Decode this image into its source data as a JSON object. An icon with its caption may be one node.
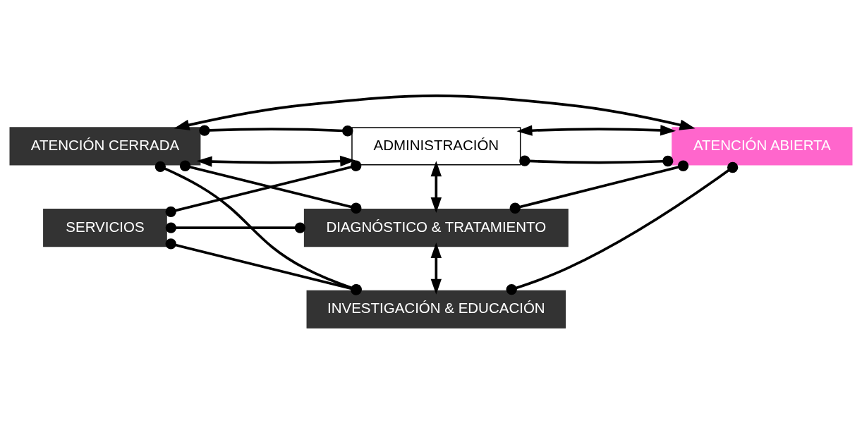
{
  "diagram": {
    "nodes": [
      {
        "text": [
          "ADMINISTRACIÓN"
        ]
      },
      {
        "text": [
          "ATENCIÓN CERRADA"
        ]
      },
      {
        "text": [
          "DIAGNÓSTICO & TRATAMIENTO"
        ]
      },
      {
        "text": [
          "ATENCIÓN ABIERTA"
        ]
      },
      {
        "text": [
          "SERVICIOS"
        ]
      },
      {
        "text": [
          "INVESTIGACIÓN & EDUCACIÓN"
        ]
      }
    ],
    "edges": [
      {
        "from": 1,
        "to": 0,
        "arrow": "both"
      },
      {
        "from": 3,
        "to": 0,
        "arrow": "both"
      },
      {
        "from": 0,
        "to": 2,
        "arrow": "both"
      },
      {
        "from": 2,
        "to": 5,
        "arrow": "both"
      },
      {
        "from": 1,
        "to": 3,
        "arrow": "both"
      },
      {
        "from": 1,
        "to": 0,
        "arrow": "other"
      },
      {
        "from": 1,
        "to": 2,
        "arrow": "other"
      },
      {
        "from": 1,
        "to": 5,
        "arrow": "other"
      },
      {
        "from": 4,
        "to": 0,
        "arrow": "other"
      },
      {
        "from": 4,
        "to": 2,
        "arrow": "other"
      },
      {
        "from": 4,
        "to": 5,
        "arrow": "other"
      },
      {
        "from": 2,
        "to": 3,
        "arrow": "other"
      },
      {
        "from": 0,
        "to": 3,
        "arrow": "other"
      },
      {
        "from": 5,
        "to": 3,
        "arrow": "other"
      }
    ]
  }
}
